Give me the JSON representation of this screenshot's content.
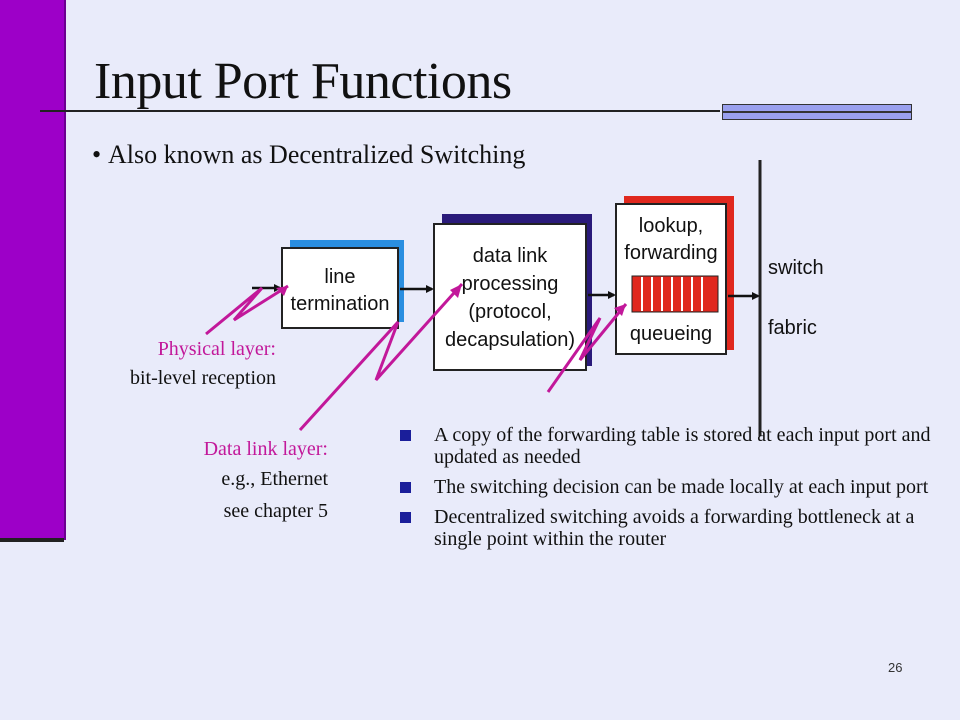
{
  "slide": {
    "title": "Input Port Functions",
    "subtitle": "Also known as Decentralized Switching",
    "page_number": "26"
  },
  "diagram": {
    "box_line": {
      "line1": "line",
      "line2": "termination"
    },
    "box_datalink": {
      "line1": "data link",
      "line2": "processing",
      "line3": "(protocol,",
      "line4": "decapsulation)"
    },
    "box_lookup": {
      "line1": "lookup,",
      "line2": "forwarding",
      "line3": "queueing"
    },
    "fabric": {
      "line1": "switch",
      "line2": "fabric"
    },
    "colors": {
      "line_box_shadow": "#2a8ee0",
      "datalink_box_shadow": "#2a1a7a",
      "lookup_box_shadow": "#e0281e",
      "queue": "#e0281e",
      "annotation": "#c2189a"
    }
  },
  "annotations": {
    "physical_layer_title": "Physical layer:",
    "physical_layer_desc": "bit-level reception",
    "data_link_title": "Data link layer:",
    "data_link_example": "e.g., Ethernet",
    "data_link_chapter": "see chapter 5"
  },
  "bullets": [
    "A copy of the forwarding table is stored at each input port and updated as needed",
    "The switching decision can be made locally at each input port",
    "Decentralized switching avoids a forwarding bottleneck at a single point within the router"
  ]
}
